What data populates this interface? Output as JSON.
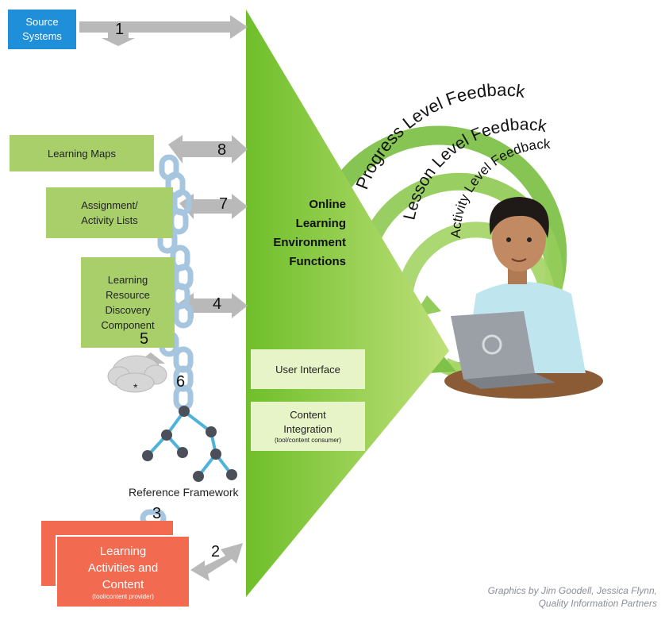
{
  "source_systems": {
    "label_line1": "Source",
    "label_line2": "Systems"
  },
  "components": {
    "learning_maps": "Learning Maps",
    "assignment_lists": {
      "line1": "Assignment/",
      "line2": "Activity Lists"
    },
    "discovery": {
      "line1": "Learning",
      "line2": "Resource",
      "line3": "Discovery",
      "line4": "Component"
    }
  },
  "environment": {
    "title_line1": "Online",
    "title_line2": "Learning",
    "title_line3": "Environment",
    "title_line4": "Functions",
    "user_interface": "User Interface",
    "content_integration_line1": "Content",
    "content_integration_line2": "Integration",
    "content_integration_sub": "(tool/content consumer)"
  },
  "feedback": {
    "progress": "Progress Level Feedback",
    "lesson": "Lesson Level Feedback",
    "activity": "Activity Level Feedback"
  },
  "numbers": [
    "1",
    "2",
    "3",
    "4",
    "5",
    "6",
    "7",
    "8"
  ],
  "cloud_symbol": "*",
  "reference_framework": "Reference Framework",
  "learning_activities": {
    "line1": "Learning",
    "line2": "Activities and",
    "line3": "Content",
    "sub": "(tool/content provider)"
  },
  "credit": {
    "line1": "Graphics by Jim Goodell, Jessica Flynn,",
    "line2": "Quality Information Partners"
  },
  "colors": {
    "blue": "#1f8fd9",
    "green_box": "#a9cf6b",
    "light_box": "#e6f4c8",
    "orange": "#f26a4f",
    "gray_arrow": "#b9b9b9",
    "chain": "#b3d0e6"
  }
}
